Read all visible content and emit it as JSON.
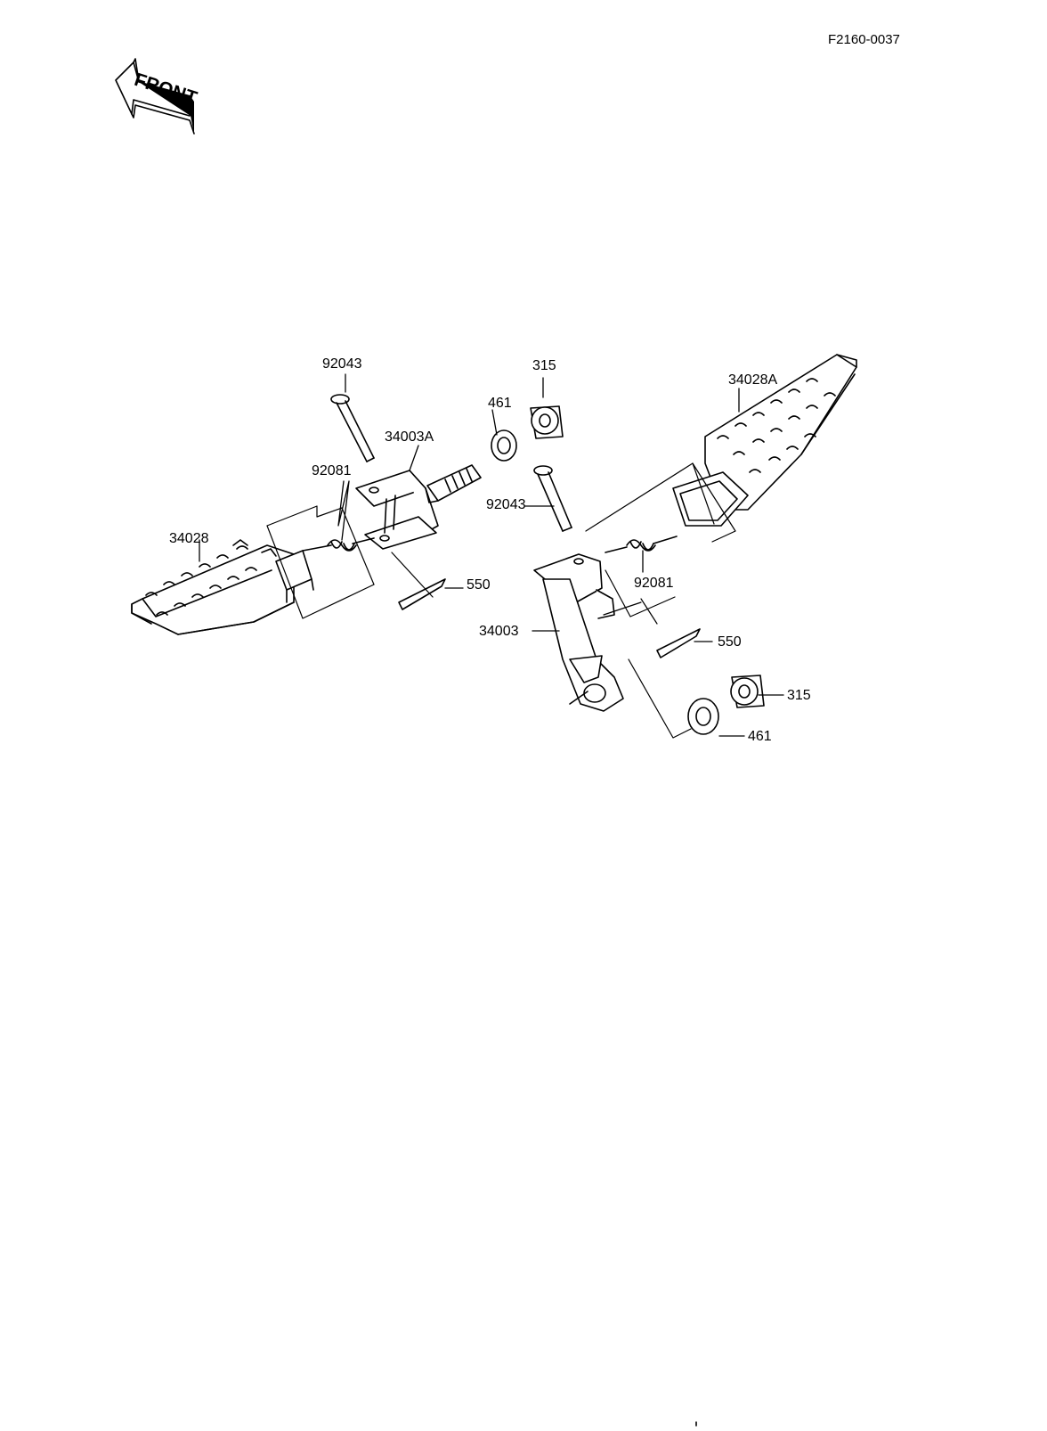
{
  "diagram_code": "F2160-0037",
  "front_arrow": "FRONT",
  "labels": {
    "l92043_left": "92043",
    "l315_top": "315",
    "l461_top": "461",
    "l34003A": "34003A",
    "l92081_left": "92081",
    "l34028": "34028",
    "l550_left": "550",
    "l34028A": "34028A",
    "l92043_right": "92043",
    "l92081_right": "92081",
    "l34003": "34003",
    "l550_right": "550",
    "l315_bottom": "315",
    "l461_bottom": "461"
  },
  "colors": {
    "line": "#000000",
    "background": "#ffffff"
  }
}
